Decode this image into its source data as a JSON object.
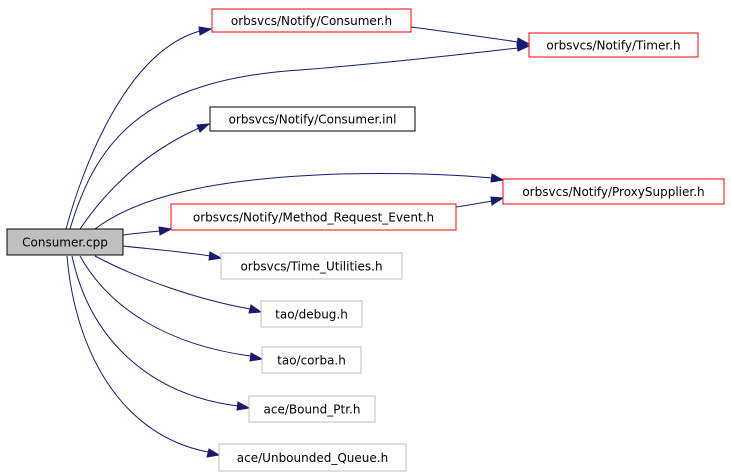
{
  "graph": {
    "nodes": [
      {
        "id": "root",
        "label": "Consumer.cpp",
        "border": "#000000",
        "fill": "#bfbfbf"
      },
      {
        "id": "consumer_h",
        "label": "orbsvcs/Notify/Consumer.h",
        "border": "#ff0000",
        "fill": "#ffffff"
      },
      {
        "id": "timer_h",
        "label": "orbsvcs/Notify/Timer.h",
        "border": "#ff0000",
        "fill": "#ffffff"
      },
      {
        "id": "consumer_inl",
        "label": "orbsvcs/Notify/Consumer.inl",
        "border": "#000000",
        "fill": "#ffffff"
      },
      {
        "id": "proxysupplier_h",
        "label": "orbsvcs/Notify/ProxySupplier.h",
        "border": "#ff0000",
        "fill": "#ffffff"
      },
      {
        "id": "method_request_event_h",
        "label": "orbsvcs/Notify/Method_Request_Event.h",
        "border": "#ff0000",
        "fill": "#ffffff"
      },
      {
        "id": "time_utilities_h",
        "label": "orbsvcs/Time_Utilities.h",
        "border": "#bfbfbf",
        "fill": "#ffffff"
      },
      {
        "id": "debug_h",
        "label": "tao/debug.h",
        "border": "#bfbfbf",
        "fill": "#ffffff"
      },
      {
        "id": "corba_h",
        "label": "tao/corba.h",
        "border": "#bfbfbf",
        "fill": "#ffffff"
      },
      {
        "id": "bound_ptr_h",
        "label": "ace/Bound_Ptr.h",
        "border": "#bfbfbf",
        "fill": "#ffffff"
      },
      {
        "id": "unbounded_queue_h",
        "label": "ace/Unbounded_Queue.h",
        "border": "#bfbfbf",
        "fill": "#ffffff"
      }
    ],
    "edges": [
      {
        "from": "root",
        "to": "consumer_h"
      },
      {
        "from": "root",
        "to": "timer_h"
      },
      {
        "from": "consumer_h",
        "to": "timer_h"
      },
      {
        "from": "root",
        "to": "consumer_inl"
      },
      {
        "from": "root",
        "to": "proxysupplier_h"
      },
      {
        "from": "root",
        "to": "method_request_event_h"
      },
      {
        "from": "method_request_event_h",
        "to": "proxysupplier_h"
      },
      {
        "from": "root",
        "to": "time_utilities_h"
      },
      {
        "from": "root",
        "to": "debug_h"
      },
      {
        "from": "root",
        "to": "corba_h"
      },
      {
        "from": "root",
        "to": "bound_ptr_h"
      },
      {
        "from": "root",
        "to": "unbounded_queue_h"
      }
    ],
    "edge_color": "#191970"
  }
}
